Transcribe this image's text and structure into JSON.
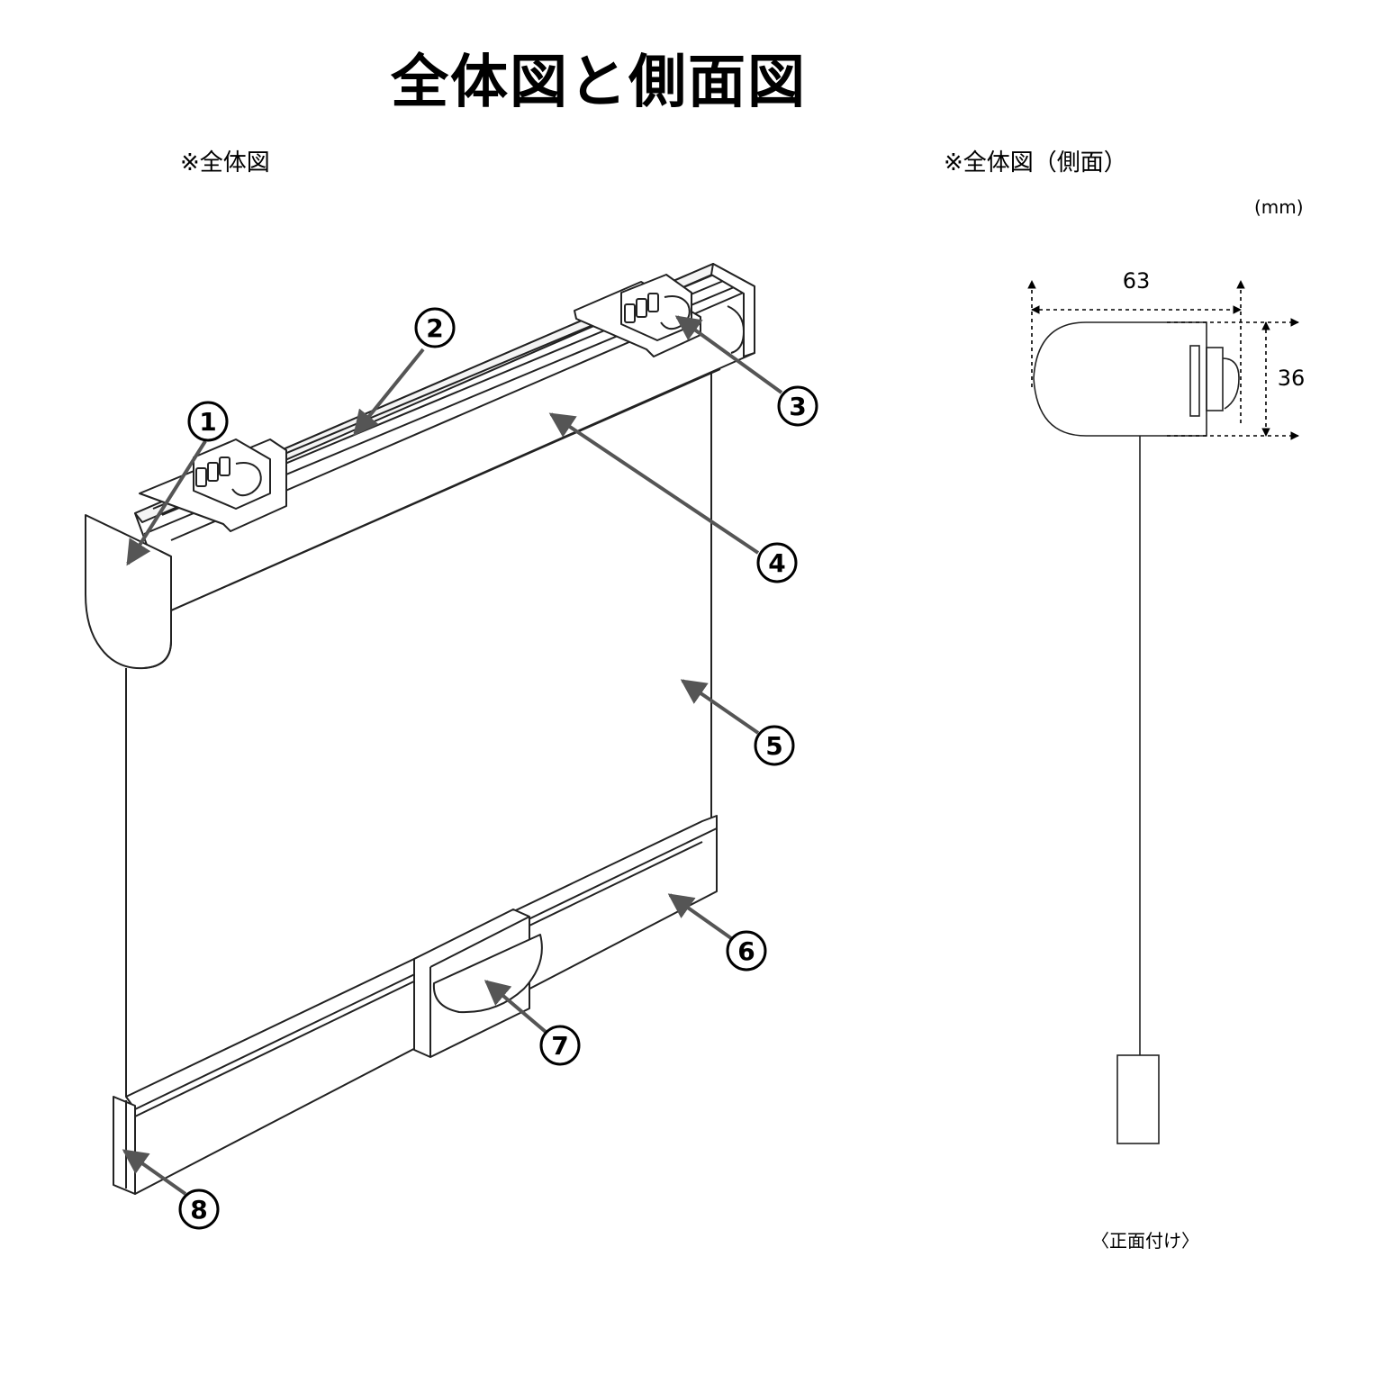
{
  "title": "全体図と側面図",
  "captions": {
    "overall": "※全体図",
    "side": "※全体図（側面）",
    "unit": "(mm)",
    "mount": "〈正面付け〉"
  },
  "callouts": [
    "1",
    "2",
    "3",
    "4",
    "5",
    "6",
    "7",
    "8"
  ],
  "dimensions": {
    "depth": "63",
    "height": "36"
  }
}
